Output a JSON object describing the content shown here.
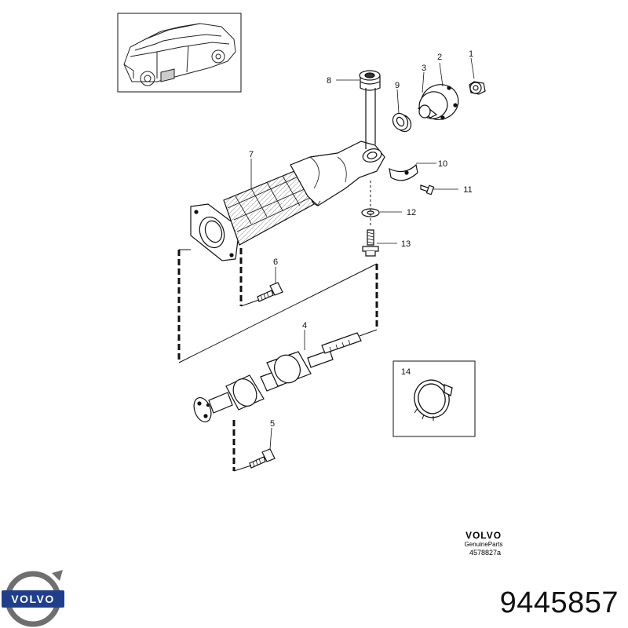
{
  "callouts": [
    {
      "id": "1",
      "label": "1"
    },
    {
      "id": "2",
      "label": "2"
    },
    {
      "id": "3",
      "label": "3"
    },
    {
      "id": "4",
      "label": "4"
    },
    {
      "id": "5",
      "label": "5"
    },
    {
      "id": "6",
      "label": "6"
    },
    {
      "id": "7",
      "label": "7"
    },
    {
      "id": "8",
      "label": "8"
    },
    {
      "id": "9",
      "label": "9"
    },
    {
      "id": "10",
      "label": "10"
    },
    {
      "id": "11",
      "label": "11"
    },
    {
      "id": "12",
      "label": "12"
    },
    {
      "id": "13",
      "label": "13"
    },
    {
      "id": "14",
      "label": "14"
    }
  ],
  "footer": {
    "brand": "VOLVO",
    "genuine_parts": "GenuineParts",
    "drawing_code": "4578827a"
  },
  "logo": {
    "word": "VOLVO",
    "ring_color": "#6f6f6f",
    "bar_color": "#1f3f8c"
  },
  "part_number": "9445857",
  "colors": {
    "line": "#111111"
  }
}
